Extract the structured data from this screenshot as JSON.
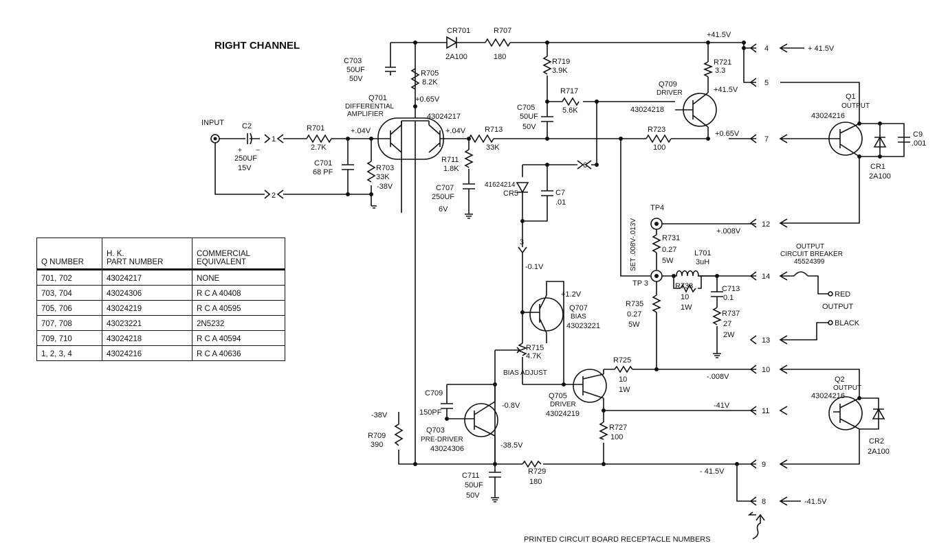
{
  "title": "RIGHT CHANNEL",
  "footer": "PRINTED CIRCUIT BOARD RECEPTACLE NUMBERS",
  "input": {
    "label": "INPUT",
    "c2": "C2",
    "c2_value": "250UF",
    "c2_volt": "15V"
  },
  "table": {
    "headers": [
      "Q NUMBER",
      "H. K.\nPART NUMBER",
      "COMMERCIAL\nEQUIVALENT"
    ],
    "rows": [
      [
        "701, 702",
        "43024217",
        "NONE"
      ],
      [
        "703, 704",
        "43024306",
        "R C A 40408"
      ],
      [
        "705, 706",
        "43024219",
        "R C A 40595"
      ],
      [
        "707, 708",
        "43023221",
        "2N5232"
      ],
      [
        "709, 710",
        "43024218",
        "R C A 40594"
      ],
      [
        "1, 2, 3, 4",
        "43024216",
        "R C A 40636"
      ]
    ]
  },
  "labels": {
    "r701": "R701",
    "r701_v": "2.7K",
    "c701": "C701",
    "c701_v": "68 PF",
    "r703": "R703",
    "r703_v": "33K",
    "v_m38": "-38V",
    "v_04a": "+.04V",
    "v_04b": "+.04V",
    "c703": "C703",
    "c703_v": "50UF",
    "c703_volt": "50V",
    "cr701": "CR701",
    "cr701_v": "2A100",
    "r707": "R707",
    "r707_v": "180",
    "r705": "R705",
    "r705_v": "8.2K",
    "v_065a": "+0.65V",
    "q701": "Q701",
    "q701_t1": "DIFFERENTIAL",
    "q701_t2": "AMPLIFIER",
    "q701_pn": "43024217",
    "r713": "R713",
    "r713_v": "33K",
    "r711": "R711",
    "r711_v": "1.8K",
    "c707": "C707",
    "c707_v": "250UF",
    "c707_volt": "6V",
    "r719": "R719",
    "r719_v": "3.9K",
    "r717": "R717",
    "r717_v": "5.6K",
    "c705": "C705",
    "c705_v": "50UF",
    "c705_volt": "50V",
    "v_415a": "+41.5V",
    "v_415b": "+41.5V",
    "v_415c": "+ 41.5V",
    "r721": "R721",
    "r721_v": "3.3",
    "q709": "Q709",
    "q709_t": "DRIVER",
    "q709_pn": "43024218",
    "r723": "R723",
    "r723_v": "100",
    "v_065b": "+0.65V",
    "q1": "Q1",
    "q1_t": "OUTPUT",
    "q1_pn": "43024216",
    "c9": "C9",
    "c9_v": ".001",
    "cr1": "CR1",
    "cr1_v": "2A100",
    "cr5": "CR5",
    "cr5_pn": "41624214",
    "c7": "C7",
    "c7_v": ".01",
    "v_m01": "-0.1V",
    "tp4": "TP4",
    "v_008": "+.008V",
    "set": "SET .008V-.013V",
    "r731": "R731",
    "r731_v": "0.27",
    "r731_w": "5W",
    "l701": "L701",
    "l701_v": "3uH",
    "tp3": "TP 3",
    "r733": "R733",
    "r733_v": "10",
    "r733_w": "1W",
    "c713": "C713",
    "c713_v": "0.1",
    "r735": "R735",
    "r735_v": "0.27",
    "r735_w": "5W",
    "r737": "R737",
    "r737_v": "27",
    "r737_w": "2W",
    "ocb1": "OUTPUT",
    "ocb2": "CIRCUIT BREAKER",
    "ocb_pn": "45524399",
    "red": "RED",
    "output": "OUTPUT",
    "black": "BLACK",
    "v_12": "+1.2V",
    "q707": "Q707",
    "q707_t": "BIAS",
    "q707_pn": "43023221",
    "r715": "R715",
    "r715_v": "4.7K",
    "bias_adj": "BIAS ADJUST",
    "r725": "R725",
    "r725_v": "10",
    "r725_w": "1W",
    "v_m008": "-.008V",
    "q705": "Q705",
    "q705_t": "DRIVER",
    "q705_pn": "43024219",
    "v_m41": "-41V",
    "q2": "Q2",
    "q2_t": "OUTPUT",
    "q2_pn": "43024216",
    "cr2": "CR2",
    "cr2_v": "2A100",
    "c709": "C709",
    "c709_v": "150PF",
    "v_m08": "-0.8V",
    "v_m385": "-38.5V",
    "q703": "Q703",
    "q703_t": "PRE-DRIVER",
    "q703_pn": "43024306",
    "r727": "R727",
    "r727_v": "100",
    "r709": "R709",
    "r709_v": "390",
    "v_m38b": "-38V",
    "c711": "C711",
    "c711_v": "50UF",
    "c711_volt": "50V",
    "r729": "R729",
    "r729_v": "180",
    "v_m415a": "- 41.5V",
    "v_m415b": "-41.5V",
    "n1": "1",
    "n2": "2",
    "n3": "3",
    "n4": "4",
    "n5": "5",
    "n6": "6",
    "n7": "7",
    "n8": "8",
    "n9": "9",
    "n10": "10",
    "n11": "11",
    "n12": "12",
    "n13": "13",
    "n14": "14"
  }
}
